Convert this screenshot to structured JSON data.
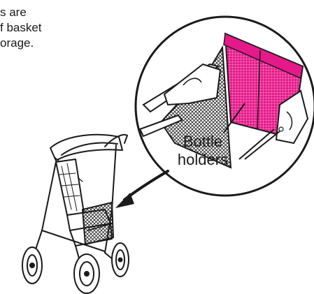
{
  "caption": {
    "line1": "s are",
    "line2": "f basket",
    "line3": "orage."
  },
  "callout": {
    "line1": "Bottle",
    "line2": "holders"
  },
  "colors": {
    "accent": "#e6198a",
    "ink": "#1a1a1a",
    "background": "#ffffff"
  }
}
